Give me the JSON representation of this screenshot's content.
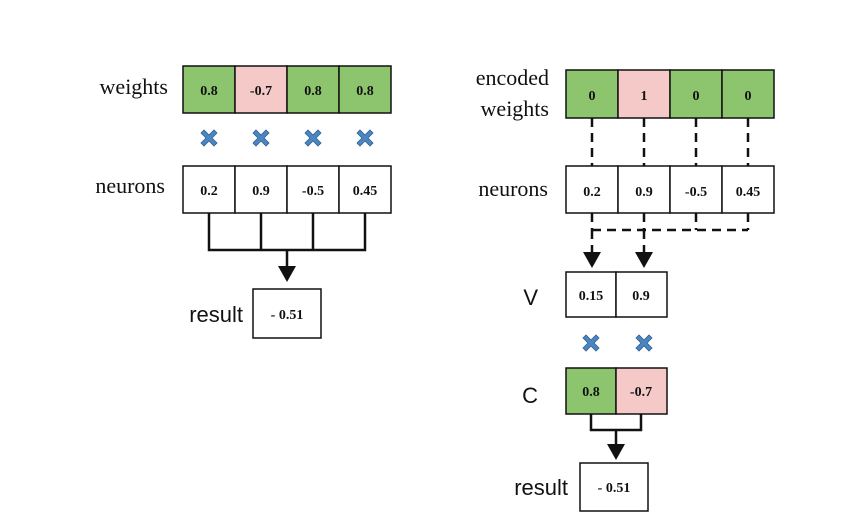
{
  "colors": {
    "positive": "#8dc56f",
    "negative": "#f6c9c9",
    "plain": "#ffffff",
    "multiply_icon": "#4b86c0"
  },
  "left": {
    "weights_label": "weights",
    "weights": [
      {
        "text": "0.8",
        "fill": "positive"
      },
      {
        "text": "-0.7",
        "fill": "negative"
      },
      {
        "text": "0.8",
        "fill": "positive"
      },
      {
        "text": "0.8",
        "fill": "positive"
      }
    ],
    "neurons_label": "neurons",
    "neurons": [
      "0.2",
      "0.9",
      "-0.5",
      "0.45"
    ],
    "result_label": "result",
    "result_value": "- 0.51"
  },
  "right": {
    "encoded_label_line1": "encoded",
    "encoded_label_line2": "weights",
    "encoded": [
      {
        "text": "0",
        "fill": "positive"
      },
      {
        "text": "1",
        "fill": "negative"
      },
      {
        "text": "0",
        "fill": "positive"
      },
      {
        "text": "0",
        "fill": "positive"
      }
    ],
    "neurons_label": "neurons",
    "neurons": [
      "0.2",
      "0.9",
      "-0.5",
      "0.45"
    ],
    "v_label": "V",
    "v_values": [
      "0.15",
      "0.9"
    ],
    "c_label": "C",
    "c_values": [
      {
        "text": "0.8",
        "fill": "positive"
      },
      {
        "text": "-0.7",
        "fill": "negative"
      }
    ],
    "result_label": "result",
    "result_value": "- 0.51"
  },
  "icons": {
    "multiply": "multiply-x-icon",
    "arrow": "arrow-down-icon"
  }
}
